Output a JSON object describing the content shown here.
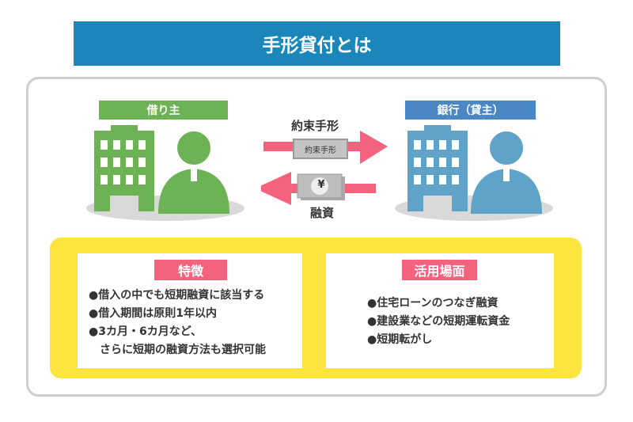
{
  "title": "手形貸付とは",
  "borrower": {
    "label": "借り主",
    "color": "#6db356"
  },
  "bank": {
    "label": "銀行（貸主）",
    "color": "#4b87c5"
  },
  "promissory_note": {
    "caption": "約束手形",
    "note_label": "約束手形"
  },
  "financing": {
    "caption": "融資",
    "symbol": "¥"
  },
  "colors": {
    "title_bg": "#1a86ba",
    "arrow": "#f4627e",
    "yellow": "#fde43f",
    "pink": "#f4627e"
  },
  "features": {
    "heading": "特徴",
    "items": [
      "●借入の中でも短期融資に該当する",
      "●借入期間は原則1年以内",
      "●3カ月・6カ月など、",
      "　さらに短期の融資方法も選択可能"
    ]
  },
  "uses": {
    "heading": "活用場面",
    "items": [
      "●住宅ローンのつなぎ融資",
      "●建設業などの短期運転資金",
      "●短期転がし"
    ]
  }
}
